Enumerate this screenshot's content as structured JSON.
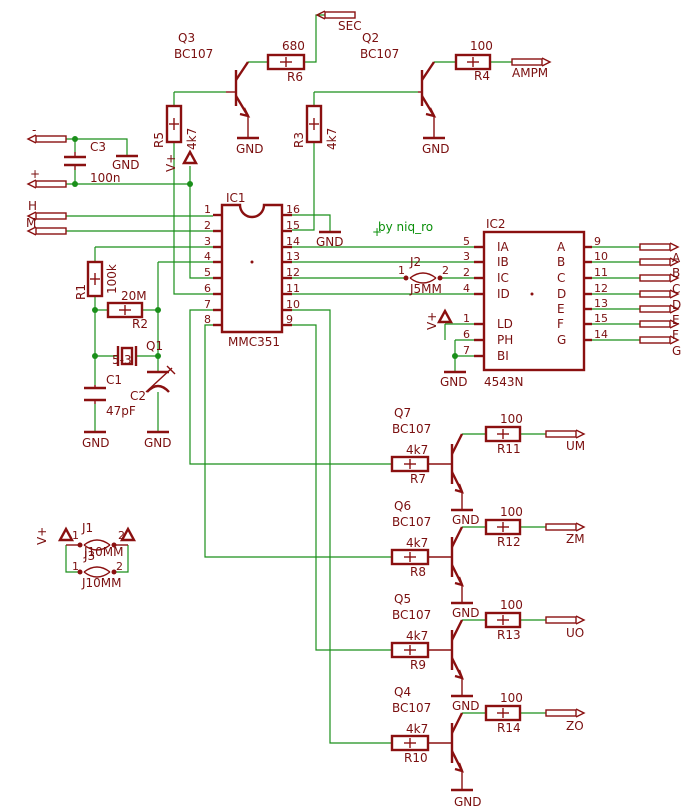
{
  "colors": {
    "background": "#ffffff",
    "part": "#8a1010",
    "wire": "#1a8f1a"
  },
  "credit": "by niq_ro",
  "ic1": {
    "name": "IC1",
    "value": "MMC351",
    "pins_left": [
      "1",
      "2",
      "3",
      "4",
      "5",
      "6",
      "7",
      "8"
    ],
    "pins_right": [
      "16",
      "15",
      "14",
      "13",
      "12",
      "11",
      "10",
      "9"
    ]
  },
  "ic2": {
    "name": "IC2",
    "value": "4543N",
    "pin_labels_left": [
      "IA",
      "IB",
      "IC",
      "ID",
      "LD",
      "PH",
      "BI"
    ],
    "pin_nums_left": [
      "5",
      "3",
      "2",
      "4",
      "1",
      "6",
      "7"
    ],
    "pin_labels_right": [
      "A",
      "B",
      "C",
      "D",
      "E",
      "F",
      "G"
    ],
    "pin_nums_right": [
      "9",
      "10",
      "11",
      "12",
      "13",
      "15",
      "14"
    ]
  },
  "seg_outputs": [
    "A",
    "B",
    "C",
    "D",
    "E",
    "F",
    "G"
  ],
  "transistors": {
    "q3": {
      "name": "Q3",
      "value": "BC107"
    },
    "q2": {
      "name": "Q2",
      "value": "BC107"
    },
    "q7": {
      "name": "Q7",
      "value": "BC107"
    },
    "q6": {
      "name": "Q6",
      "value": "BC107"
    },
    "q5": {
      "name": "Q5",
      "value": "BC107"
    },
    "q4": {
      "name": "Q4",
      "value": "BC107"
    },
    "q1": {
      "name": "Q1"
    }
  },
  "resistors": {
    "r6": {
      "name": "R6",
      "value": "680"
    },
    "r4": {
      "name": "R4",
      "value": "100"
    },
    "r5": {
      "name": "R5",
      "value": "4k7"
    },
    "r3": {
      "name": "R3",
      "value": "4k7"
    },
    "r1": {
      "name": "R1",
      "value": "100k"
    },
    "r2": {
      "name": "R2",
      "value": "20M"
    },
    "r7": {
      "name": "R7",
      "value": "4k7"
    },
    "r8": {
      "name": "R8",
      "value": "4k7"
    },
    "r9": {
      "name": "R9",
      "value": "4k7"
    },
    "r10": {
      "name": "R10",
      "value": "4k7"
    },
    "r11": {
      "name": "R11",
      "value": "100"
    },
    "r12": {
      "name": "R12",
      "value": "100"
    },
    "r13": {
      "name": "R13",
      "value": "100"
    },
    "r14": {
      "name": "R14",
      "value": "100"
    }
  },
  "capacitors": {
    "c3": {
      "name": "C3",
      "value": "100n"
    },
    "c1": {
      "name": "C1",
      "value": "47pF"
    },
    "c2": {
      "name": "C2"
    }
  },
  "crystal": {
    "value": "5-3"
  },
  "jumpers": {
    "j2": {
      "name": "J2",
      "value": "J5MM",
      "p1": "1",
      "p2": "2"
    },
    "j1": {
      "name": "J1",
      "value": "J10MM",
      "p1": "1",
      "p2": "2"
    },
    "j3": {
      "name": "J3",
      "value": "J10MM",
      "p1": "1",
      "p2": "2"
    }
  },
  "outputs": {
    "sec": "SEC",
    "ampm": "AMPM",
    "um": "UM",
    "zm": "ZM",
    "uo": "UO",
    "zo": "ZO"
  },
  "inputs": {
    "minus": "-",
    "plus": "+",
    "h": "H",
    "m": "M"
  },
  "supply": {
    "vplus": "V+",
    "gnd": "GND"
  }
}
